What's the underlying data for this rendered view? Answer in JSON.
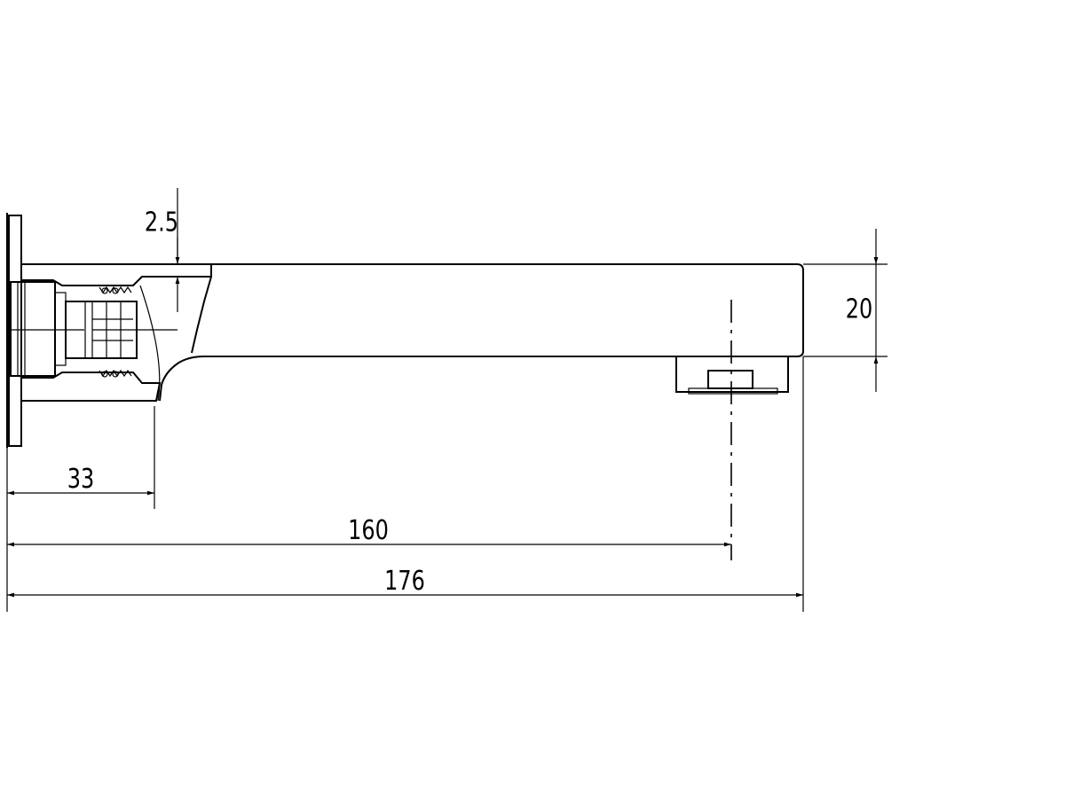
{
  "dimensions": {
    "d_33": "33",
    "d_160": "160",
    "d_176": "176",
    "d_20": "20",
    "d_2_5": "2.5"
  }
}
